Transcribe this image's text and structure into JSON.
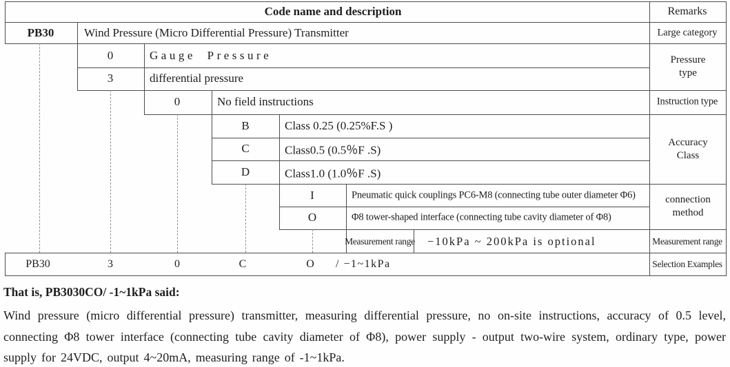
{
  "header": {
    "title": "Code name and description",
    "remarks_label": "Remarks"
  },
  "category_row": {
    "code": "PB30",
    "desc": "Wind Pressure (Micro Differential Pressure) Transmitter",
    "remark": "Large category"
  },
  "pressure_type": {
    "remark_line1": "Pressure",
    "remark_line2": "type",
    "items": [
      {
        "code": "0",
        "desc": "Gauge Pressure"
      },
      {
        "code": "3",
        "desc": "differential pressure"
      }
    ]
  },
  "instruction_type": {
    "remark": "Instruction type",
    "items": [
      {
        "code": "0",
        "desc": "No field instructions"
      }
    ]
  },
  "accuracy_class": {
    "remark_line1": "Accuracy",
    "remark_line2": "Class",
    "items": [
      {
        "code": "B",
        "desc": "Class 0.25 (0.25%F.S )"
      },
      {
        "code": "C",
        "desc": "Class0.5 (0.5％F .S)"
      },
      {
        "code": "D",
        "desc": "Class1.0 (1.0％F .S)"
      }
    ]
  },
  "connection_method": {
    "remark_line1": "connection",
    "remark_line2": "method",
    "items": [
      {
        "code": "I",
        "desc": "Pneumatic quick couplings PC6-M8 (connecting tube outer diameter Φ6)"
      },
      {
        "code": "O",
        "desc": "Φ8 tower-shaped interface (connecting tube cavity diameter of Φ8)"
      }
    ]
  },
  "measurement_range": {
    "label": "Measurement range",
    "value": "−10kPa ~ 200kPa is optional",
    "remark": "Measurement range"
  },
  "selection_example": {
    "code1": "PB30",
    "code2": "3",
    "code3": "0",
    "code4": "C",
    "code5": "O",
    "range": "/ −1~1kPa",
    "remark": "Selection Examples"
  },
  "footer": {
    "heading": "That is, PB3030CO/ -1~1kPa said:",
    "body": "Wind pressure (micro differential pressure) transmitter, measuring differential pressure, no on-site instructions, accuracy of 0.5 level, connecting Φ8 tower interface (connecting tube cavity diameter of Φ8), power supply - output two-wire system, ordinary type, power supply for 24VDC, output 4~20mA, measuring range of -1~1kPa."
  }
}
